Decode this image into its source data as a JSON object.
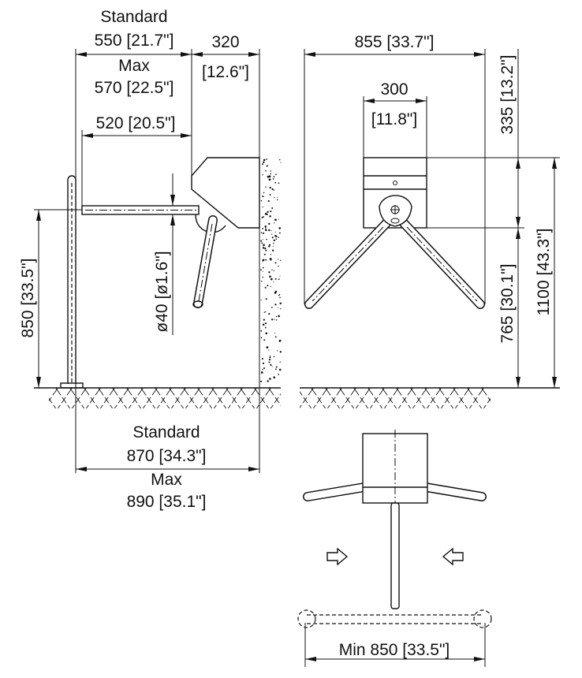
{
  "side_view": {
    "standard_label": "Standard",
    "standard_depth": "550  [21.7\"]",
    "max_label": "Max",
    "max_depth": "570  [22.5\"]",
    "housing_depth": "320",
    "housing_depth_in": "[12.6\"]",
    "arm_length": "520  [20.5\"]",
    "arm_diameter": "ø40  [ø1.6\"]",
    "arm_height": "850  [33.5\"]"
  },
  "bottom_dims": {
    "standard_label": "Standard",
    "standard_width": "870  [34.3\"]",
    "max_label": "Max",
    "max_width": "890  [35.1\"]"
  },
  "front_view": {
    "overall_width": "855  [33.7\"]",
    "housing_width": "300",
    "housing_width_in": "[11.8\"]",
    "top_height": "335  [13.2\"]",
    "arm_height": "765  [30.1\"]",
    "total_height": "1100  [43.3\"]"
  },
  "top_view": {
    "min_passage": "Min  850  [33.5\"]"
  }
}
